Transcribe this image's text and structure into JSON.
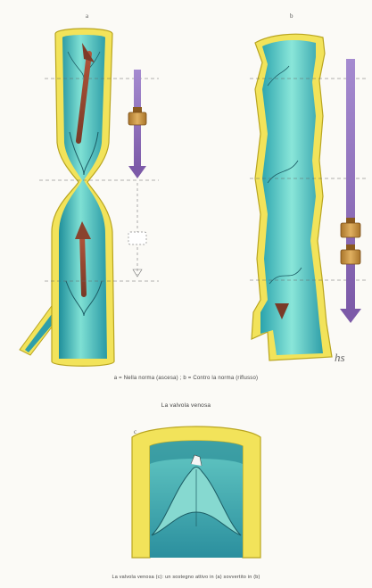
{
  "figure": {
    "panel_labels": {
      "a": "a",
      "b": "b",
      "c": "c"
    },
    "caption_panels": "a = Nella norma (ascesa) ; b = Contro la norma (riflusso)",
    "caption_title": "La valvola venosa",
    "caption_bottom": "La valvola venosa (c): un sostegno attivo in (a) sovvertito in (b)",
    "signature": "hs"
  },
  "colors": {
    "vein_wall": "#f2e35a",
    "vein_wall_stroke": "#b9a520",
    "lumen_light": "#6fd8cf",
    "lumen_dark": "#1f8f9b",
    "flow_arrow": "#9a4a2e",
    "pressure_arrow": "#8e6bb8",
    "weight": "#c8903a"
  }
}
